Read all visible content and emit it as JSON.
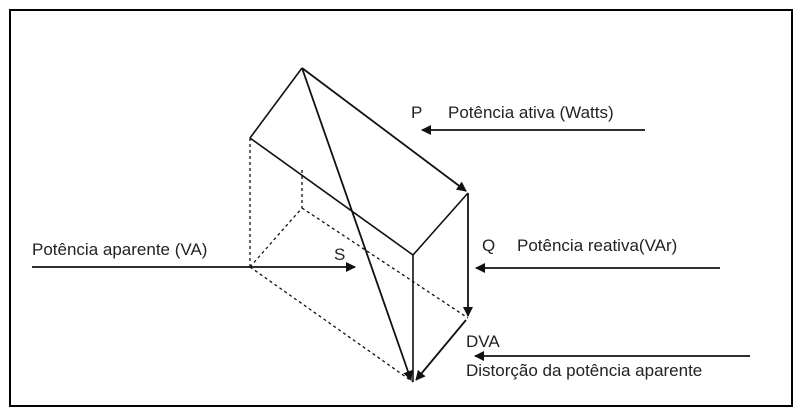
{
  "labels": {
    "p_symbol": "P",
    "p_text": "Potência ativa (Watts)",
    "q_symbol": "Q",
    "q_text": "Potência reativa(VAr)",
    "s_symbol": "S",
    "s_text": "Potência aparente (VA)",
    "d_symbol": "DVA",
    "d_text": "Distorção da potência aparente"
  },
  "colors": {
    "line": "#111111",
    "text": "#222222",
    "background": "#ffffff",
    "frame": "#000000"
  }
}
